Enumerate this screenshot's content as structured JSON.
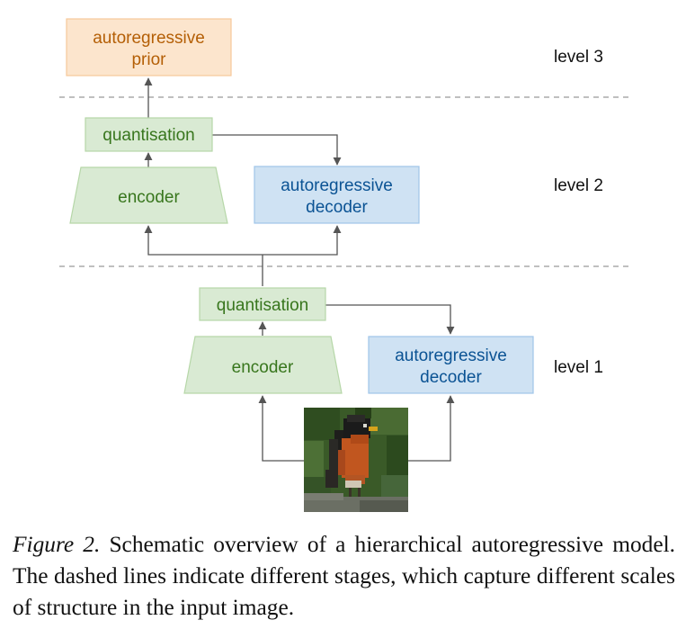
{
  "levels": {
    "level3": "level 3",
    "level2": "level 2",
    "level1": "level 1"
  },
  "level3": {
    "prior_line1": "autoregressive",
    "prior_line2": "prior"
  },
  "level2": {
    "quantisation": "quantisation",
    "encoder": "encoder",
    "decoder_line1": "autoregressive",
    "decoder_line2": "decoder"
  },
  "level1": {
    "quantisation": "quantisation",
    "encoder": "encoder",
    "decoder_line1": "autoregressive",
    "decoder_line2": "decoder"
  },
  "colors": {
    "prior_fill": "#fce5cd",
    "prior_stroke": "#f6c89a",
    "prior_text": "#b45f06",
    "green_fill": "#d9ead3",
    "green_stroke": "#b6d7a8",
    "green_text": "#38761d",
    "blue_fill": "#cfe2f3",
    "blue_stroke": "#9fc5e8",
    "blue_text": "#0b5394",
    "arrow": "#555555",
    "dashed": "#999999"
  },
  "caption": {
    "figure_label": "Figure 2.",
    "text": " Schematic overview of a hierarchical autoregressive model. The dashed lines indicate different stages, which capture different scales of structure in the input image."
  }
}
